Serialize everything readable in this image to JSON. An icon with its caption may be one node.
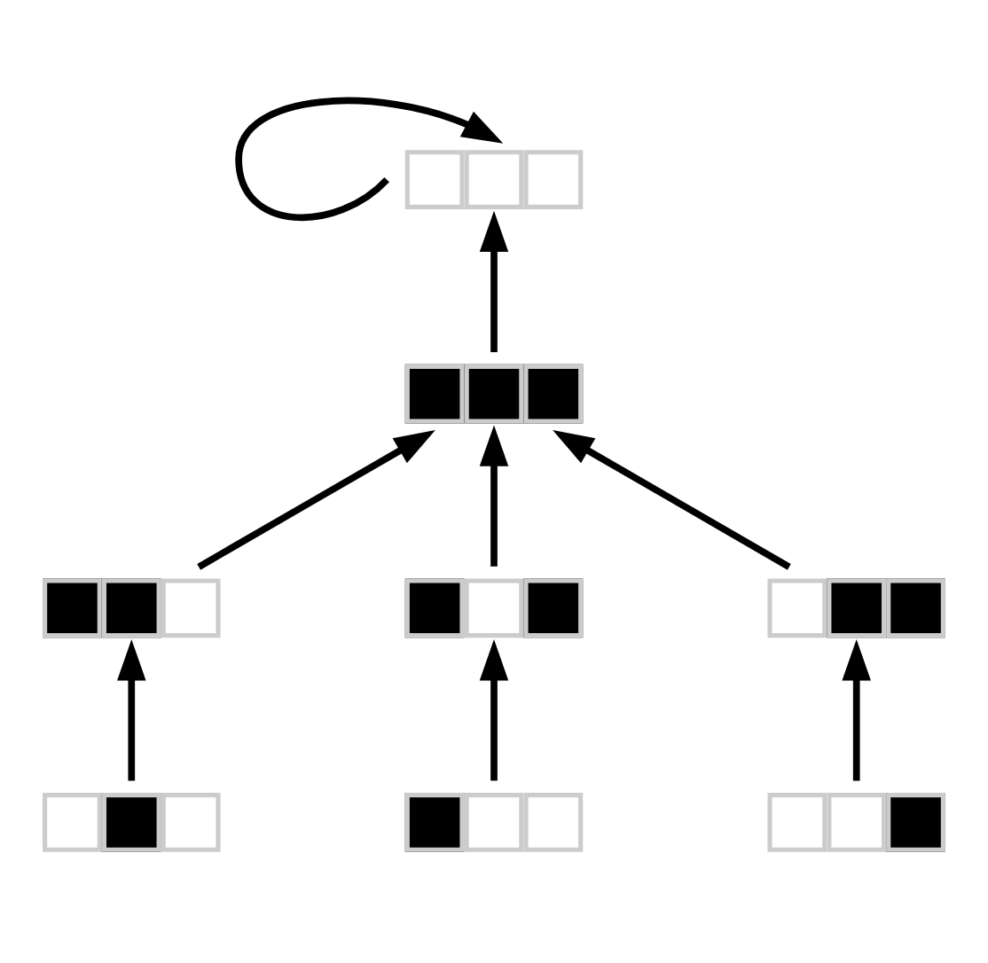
{
  "diagram": {
    "nodes": [
      {
        "text": [],
        "shape": "bar"
      },
      {
        "text": [],
        "shape": "bar"
      },
      {
        "text": [],
        "shape": "bar"
      },
      {
        "text": [],
        "shape": "bar"
      },
      {
        "text": [],
        "shape": "bar"
      },
      {
        "text": [],
        "shape": "bar"
      },
      {
        "text": [],
        "shape": "bar"
      },
      {
        "text": [],
        "shape": "bar"
      }
    ],
    "edges": [
      {
        "from": 0,
        "to": 0,
        "arrow": "to"
      },
      {
        "from": 1,
        "to": 0,
        "arrow": "to"
      },
      {
        "from": 2,
        "to": 1,
        "arrow": "to"
      },
      {
        "from": 3,
        "to": 1,
        "arrow": "to"
      },
      {
        "from": 4,
        "to": 1,
        "arrow": "to"
      },
      {
        "from": 5,
        "to": 2,
        "arrow": "to"
      },
      {
        "from": 6,
        "to": 3,
        "arrow": "to"
      },
      {
        "from": 7,
        "to": 4,
        "arrow": "to"
      }
    ]
  }
}
